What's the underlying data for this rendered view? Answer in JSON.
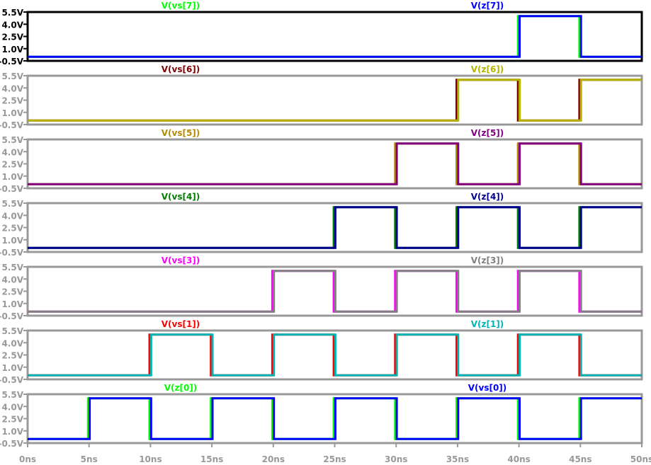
{
  "chart_data": {
    "type": "line",
    "x_range_ns": [
      0,
      50
    ],
    "x_ticks": [
      "0ns",
      "5ns",
      "10ns",
      "15ns",
      "20ns",
      "25ns",
      "30ns",
      "35ns",
      "40ns",
      "45ns",
      "50ns"
    ],
    "y_range": [
      -0.5,
      5.5
    ],
    "y_ticks": [
      "5.5V",
      "4.0V",
      "2.5V",
      "1.0V",
      "-0.5V"
    ],
    "y_tick_values": [
      5.5,
      4.0,
      2.5,
      1.0,
      -0.5
    ],
    "low_level": 0,
    "high_level": 5,
    "panes": [
      {
        "selected": true,
        "series": [
          {
            "name": "V(vs[7])",
            "color": "#00ff00",
            "high": [
              [
                40,
                45
              ]
            ]
          },
          {
            "name": "V(z[7])",
            "color": "#0000ff",
            "high": [
              [
                40,
                45
              ]
            ]
          }
        ]
      },
      {
        "selected": false,
        "series": [
          {
            "name": "V(vs[6])",
            "color": "#800000",
            "high": [
              [
                35,
                40
              ],
              [
                45,
                50
              ]
            ]
          },
          {
            "name": "V(z[6])",
            "color": "#b4b400",
            "high": [
              [
                35,
                40
              ],
              [
                45,
                50
              ]
            ]
          }
        ]
      },
      {
        "selected": false,
        "series": [
          {
            "name": "V(vs[5])",
            "color": "#b48c00",
            "high": [
              [
                30,
                35
              ],
              [
                40,
                45
              ]
            ]
          },
          {
            "name": "V(z[5])",
            "color": "#800080",
            "high": [
              [
                30,
                35
              ],
              [
                40,
                45
              ]
            ]
          }
        ]
      },
      {
        "selected": false,
        "series": [
          {
            "name": "V(vs[4])",
            "color": "#008000",
            "high": [
              [
                25,
                30
              ],
              [
                35,
                40
              ],
              [
                45,
                50
              ]
            ]
          },
          {
            "name": "V(z[4])",
            "color": "#000090",
            "high": [
              [
                25,
                30
              ],
              [
                35,
                40
              ],
              [
                45,
                50
              ]
            ]
          }
        ]
      },
      {
        "selected": false,
        "series": [
          {
            "name": "V(vs[3])",
            "color": "#ff00ff",
            "high": [
              [
                20,
                25
              ],
              [
                30,
                35
              ],
              [
                40,
                45
              ]
            ]
          },
          {
            "name": "V(z[3])",
            "color": "#808080",
            "high": [
              [
                20,
                25
              ],
              [
                30,
                35
              ],
              [
                40,
                45
              ]
            ]
          }
        ]
      },
      {
        "selected": false,
        "series": [
          {
            "name": "V(vs[1])",
            "color": "#ff0000",
            "high": [
              [
                10,
                15
              ],
              [
                20,
                25
              ],
              [
                30,
                35
              ],
              [
                40,
                45
              ]
            ]
          },
          {
            "name": "V(z[1])",
            "color": "#00b4b4",
            "high": [
              [
                10,
                15
              ],
              [
                20,
                25
              ],
              [
                30,
                35
              ],
              [
                40,
                45
              ]
            ]
          }
        ]
      },
      {
        "selected": false,
        "series": [
          {
            "name": "V(z[0])",
            "color": "#00ff00",
            "high": [
              [
                5,
                10
              ],
              [
                15,
                20
              ],
              [
                25,
                30
              ],
              [
                35,
                40
              ],
              [
                45,
                50
              ]
            ]
          },
          {
            "name": "V(vs[0])",
            "color": "#0000ff",
            "high": [
              [
                5,
                10
              ],
              [
                15,
                20
              ],
              [
                25,
                30
              ],
              [
                35,
                40
              ],
              [
                45,
                50
              ]
            ]
          }
        ]
      }
    ]
  }
}
